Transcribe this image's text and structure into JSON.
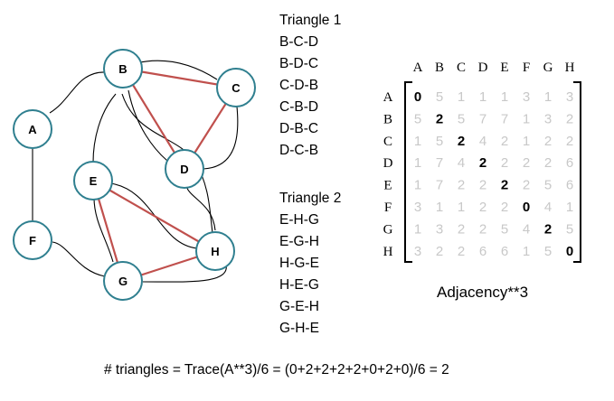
{
  "graph": {
    "nodes": [
      "A",
      "B",
      "C",
      "D",
      "E",
      "F",
      "G",
      "H"
    ]
  },
  "triangle1": {
    "title": "Triangle 1",
    "perms": [
      "B-C-D",
      "B-D-C",
      "C-D-B",
      "C-B-D",
      "D-B-C",
      "D-C-B"
    ]
  },
  "triangle2": {
    "title": "Triangle 2",
    "perms": [
      "E-H-G",
      "E-G-H",
      "H-G-E",
      "H-E-G",
      "G-E-H",
      "G-H-E"
    ]
  },
  "matrix": {
    "col_headers": [
      "A",
      "B",
      "C",
      "D",
      "E",
      "F",
      "G",
      "H"
    ],
    "row_headers": [
      "A",
      "B",
      "C",
      "D",
      "E",
      "F",
      "G",
      "H"
    ],
    "rows": [
      [
        "0",
        "5",
        "1",
        "1",
        "1",
        "3",
        "1",
        "3"
      ],
      [
        "5",
        "2",
        "5",
        "7",
        "7",
        "1",
        "3",
        "2"
      ],
      [
        "1",
        "5",
        "2",
        "4",
        "2",
        "1",
        "2",
        "2"
      ],
      [
        "1",
        "7",
        "4",
        "2",
        "2",
        "2",
        "2",
        "6"
      ],
      [
        "1",
        "7",
        "2",
        "2",
        "2",
        "2",
        "5",
        "6"
      ],
      [
        "3",
        "1",
        "1",
        "2",
        "2",
        "0",
        "4",
        "1"
      ],
      [
        "1",
        "3",
        "2",
        "2",
        "5",
        "4",
        "2",
        "5"
      ],
      [
        "3",
        "2",
        "2",
        "6",
        "6",
        "1",
        "5",
        "0"
      ]
    ],
    "caption": "Adjacency**3"
  },
  "formula": "# triangles = Trace(A**3)/6 = (0+2+2+2+2+0+2+0)/6 = 2",
  "colors": {
    "node_stroke": "#2f7f8f",
    "triangle_edge": "#c0504d",
    "off_diagonal": "#c8c8c8"
  }
}
